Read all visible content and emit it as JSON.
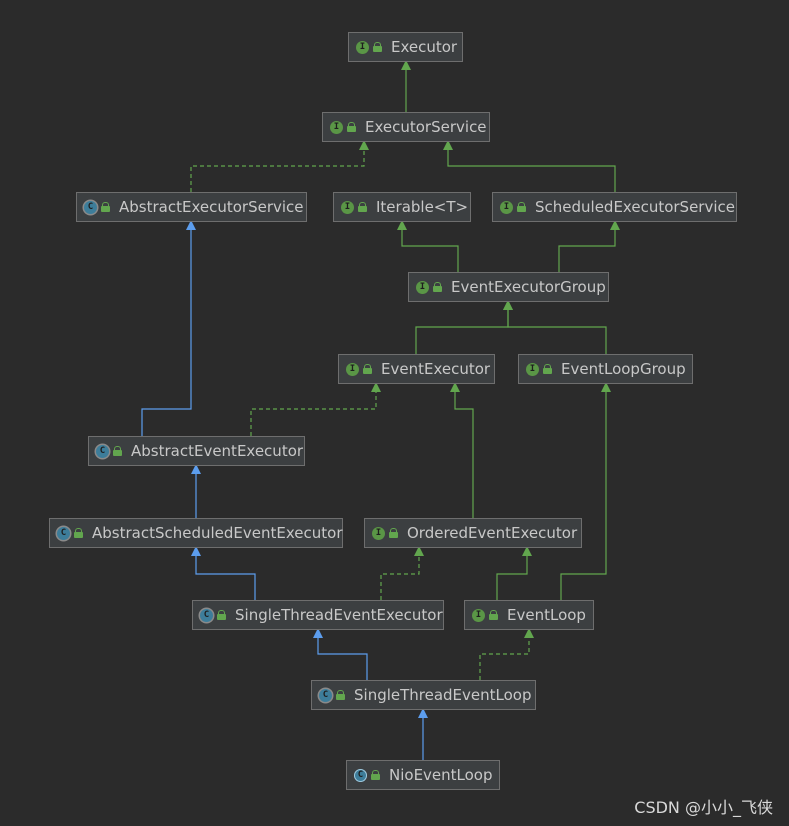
{
  "nodes": [
    {
      "name": "Executor",
      "kind": "interface"
    },
    {
      "name": "ExecutorService",
      "kind": "interface"
    },
    {
      "name": "AbstractExecutorService",
      "kind": "abstract-class"
    },
    {
      "name": "Iterable<T>",
      "kind": "interface"
    },
    {
      "name": "ScheduledExecutorService",
      "kind": "interface"
    },
    {
      "name": "EventExecutorGroup",
      "kind": "interface"
    },
    {
      "name": "EventExecutor",
      "kind": "interface"
    },
    {
      "name": "EventLoopGroup",
      "kind": "interface"
    },
    {
      "name": "AbstractEventExecutor",
      "kind": "abstract-class"
    },
    {
      "name": "AbstractScheduledEventExecutor",
      "kind": "abstract-class"
    },
    {
      "name": "OrderedEventExecutor",
      "kind": "interface"
    },
    {
      "name": "SingleThreadEventExecutor",
      "kind": "abstract-class"
    },
    {
      "name": "EventLoop",
      "kind": "interface"
    },
    {
      "name": "SingleThreadEventLoop",
      "kind": "abstract-class"
    },
    {
      "name": "NioEventLoop",
      "kind": "class"
    }
  ],
  "edges": [
    {
      "from": "ExecutorService",
      "to": "Executor",
      "type": "extends"
    },
    {
      "from": "AbstractExecutorService",
      "to": "ExecutorService",
      "type": "implements"
    },
    {
      "from": "ScheduledExecutorService",
      "to": "ExecutorService",
      "type": "extends"
    },
    {
      "from": "EventExecutorGroup",
      "to": "Iterable<T>",
      "type": "extends"
    },
    {
      "from": "EventExecutorGroup",
      "to": "ScheduledExecutorService",
      "type": "extends"
    },
    {
      "from": "EventExecutor",
      "to": "EventExecutorGroup",
      "type": "extends"
    },
    {
      "from": "EventLoopGroup",
      "to": "EventExecutorGroup",
      "type": "extends"
    },
    {
      "from": "AbstractEventExecutor",
      "to": "AbstractExecutorService",
      "type": "class-extends"
    },
    {
      "from": "AbstractEventExecutor",
      "to": "EventExecutor",
      "type": "implements"
    },
    {
      "from": "OrderedEventExecutor",
      "to": "EventExecutor",
      "type": "extends"
    },
    {
      "from": "AbstractScheduledEventExecutor",
      "to": "AbstractEventExecutor",
      "type": "class-extends"
    },
    {
      "from": "SingleThreadEventExecutor",
      "to": "AbstractScheduledEventExecutor",
      "type": "class-extends"
    },
    {
      "from": "SingleThreadEventExecutor",
      "to": "OrderedEventExecutor",
      "type": "implements"
    },
    {
      "from": "EventLoop",
      "to": "OrderedEventExecutor",
      "type": "extends"
    },
    {
      "from": "EventLoop",
      "to": "EventLoopGroup",
      "type": "extends"
    },
    {
      "from": "SingleThreadEventLoop",
      "to": "SingleThreadEventExecutor",
      "type": "class-extends"
    },
    {
      "from": "SingleThreadEventLoop",
      "to": "EventLoop",
      "type": "implements"
    },
    {
      "from": "NioEventLoop",
      "to": "SingleThreadEventLoop",
      "type": "class-extends"
    }
  ],
  "badges": {
    "interface": "I",
    "class": "C",
    "abstract-class": "C"
  },
  "colors": {
    "background": "#2b2b2b",
    "node_fill": "#3c3f41",
    "node_border": "#6e6e6e",
    "interface_edge": "#62a64e",
    "class_edge": "#5c9ded",
    "text": "#c8c8c8"
  },
  "watermark": "CSDN @小小_飞侠"
}
